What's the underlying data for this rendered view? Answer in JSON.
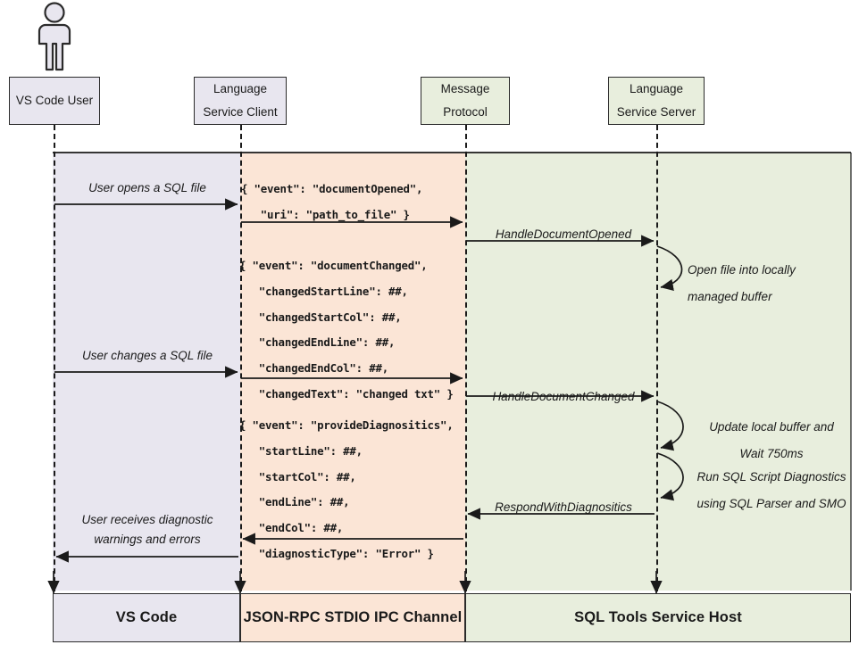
{
  "diagram": {
    "title": "SQL Tools Service language service sequence diagram",
    "type": "sequence-diagram",
    "colors": {
      "vscode_band": "#e8e6ef",
      "ipc_band": "#fbe5d6",
      "host_band": "#e8eedd",
      "stroke": "#1a1a1a"
    }
  },
  "actor": {
    "name": "vs-code-user-actor"
  },
  "participants": [
    {
      "id": "user",
      "line1": "VS Code User",
      "line2": "",
      "color": "purple"
    },
    {
      "id": "client",
      "line1": "Language",
      "line2": "Service Client",
      "color": "purple"
    },
    {
      "id": "proto",
      "line1": "Message",
      "line2": "Protocol",
      "color": "green"
    },
    {
      "id": "server",
      "line1": "Language",
      "line2": "Service Server",
      "color": "green"
    }
  ],
  "bands": [
    {
      "id": "vscode",
      "label": "VS Code"
    },
    {
      "id": "ipc",
      "label": "JSON-RPC STDIO IPC Channel"
    },
    {
      "id": "host",
      "label": "SQL Tools Service Host"
    }
  ],
  "messages": [
    {
      "id": "m1",
      "label": "User opens a SQL file",
      "from": "user",
      "to": "client"
    },
    {
      "id": "m2",
      "label": "User changes a SQL file",
      "from": "user",
      "to": "client"
    },
    {
      "id": "m3",
      "label_line1": "User receives diagnostic",
      "label_line2": "warnings and errors",
      "from": "client",
      "to": "user"
    },
    {
      "id": "m4",
      "label": "HandleDocumentOpened",
      "from": "proto",
      "to": "server"
    },
    {
      "id": "m5",
      "label": "HandleDocumentChanged",
      "from": "proto",
      "to": "server"
    },
    {
      "id": "m6",
      "label": "RespondWithDiagnositics",
      "from": "server",
      "to": "proto"
    }
  ],
  "payloads": [
    {
      "id": "documentOpened",
      "lines": [
        "{ \"event\": \"documentOpened\",",
        "   \"uri\": \"path_to_file\" }"
      ]
    },
    {
      "id": "documentChanged",
      "lines": [
        "{ \"event\": \"documentChanged\",",
        "   \"changedStartLine\": ##,",
        "   \"changedStartCol\": ##,",
        "   \"changedEndLine\": ##,",
        "   \"changedEndCol\": ##,",
        "   \"changedText\": \"changed txt\" }"
      ]
    },
    {
      "id": "provideDiagnositics",
      "lines": [
        "{ \"event\": \"provideDiagnositics\",",
        "   \"startLine\": ##,",
        "   \"startCol\": ##,",
        "   \"endLine\": ##,",
        "   \"endCol\": ##,",
        "   \"diagnosticType\": \"Error\" }"
      ]
    }
  ],
  "self_notes": [
    {
      "id": "open-buffer",
      "line1": "Open file into locally",
      "line2": "managed buffer"
    },
    {
      "id": "update-wait",
      "line1": "Update local buffer and",
      "line2": "Wait 750ms"
    },
    {
      "id": "run-diag",
      "line1": "Run SQL Script Diagnostics",
      "line2": "using SQL Parser and SMO"
    }
  ]
}
